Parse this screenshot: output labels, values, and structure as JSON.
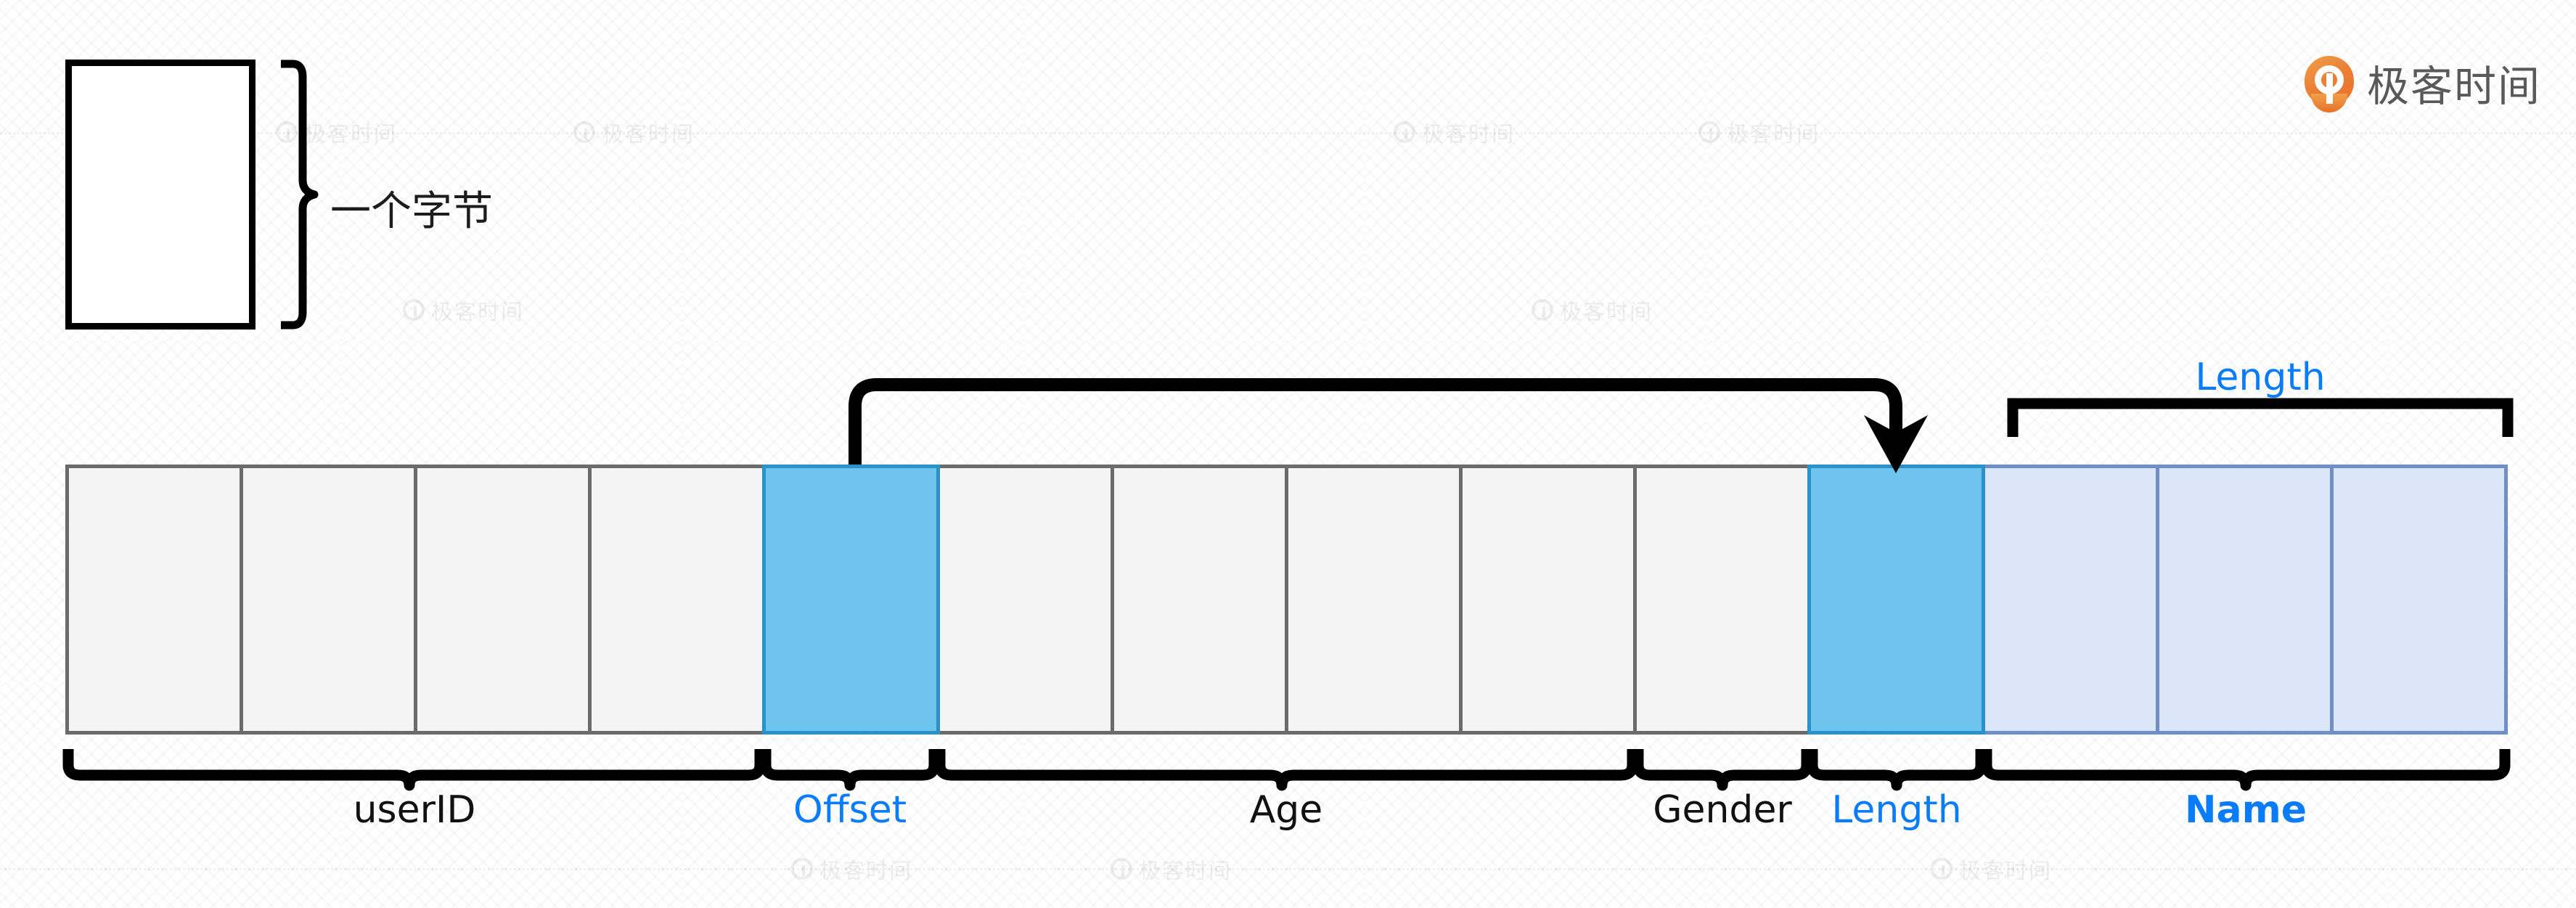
{
  "brand": {
    "name": "极客时间",
    "logo_icon": "geektime-logo-icon",
    "accent_color": "#e8712a",
    "text_color": "#595959"
  },
  "legend": {
    "label": "一个字节",
    "brace_icon": "right-curly-brace-icon",
    "box_icon": "empty-byte-cell-icon"
  },
  "colors": {
    "cell_fill": "#f4f4f4",
    "cell_border": "#6b6b6b",
    "highlight_fill": "#6ec4ed",
    "highlight_border": "#2b91c9",
    "name_fill": "#dbe7f9",
    "name_border": "#6f8fc6",
    "label_blue": "#0a7cf7",
    "label_dark": "#111111",
    "arrow": "#000000"
  },
  "diagram": {
    "total_cells": 14,
    "cells": [
      {
        "index": 1,
        "kind": "plain",
        "field": "userID"
      },
      {
        "index": 2,
        "kind": "plain",
        "field": "userID"
      },
      {
        "index": 3,
        "kind": "plain",
        "field": "userID"
      },
      {
        "index": 4,
        "kind": "plain",
        "field": "userID"
      },
      {
        "index": 5,
        "kind": "highlight",
        "field": "Offset"
      },
      {
        "index": 6,
        "kind": "plain",
        "field": "Age"
      },
      {
        "index": 7,
        "kind": "plain",
        "field": "Age"
      },
      {
        "index": 8,
        "kind": "plain",
        "field": "Age"
      },
      {
        "index": 9,
        "kind": "plain",
        "field": "Age"
      },
      {
        "index": 10,
        "kind": "plain",
        "field": "Gender"
      },
      {
        "index": 11,
        "kind": "highlight",
        "field": "Length"
      },
      {
        "index": 12,
        "kind": "name",
        "field": "Name"
      },
      {
        "index": 13,
        "kind": "name",
        "field": "Name"
      },
      {
        "index": 14,
        "kind": "name",
        "field": "Name"
      }
    ],
    "bottom_labels": [
      {
        "text": "userID",
        "color": "dark",
        "span_start": 1,
        "span_end": 4
      },
      {
        "text": "Offset",
        "color": "blue",
        "span_start": 5,
        "span_end": 5
      },
      {
        "text": "Age",
        "color": "dark",
        "span_start": 6,
        "span_end": 9
      },
      {
        "text": "Gender",
        "color": "dark",
        "span_start": 10,
        "span_end": 10
      },
      {
        "text": "Length",
        "color": "blue",
        "span_start": 11,
        "span_end": 11
      },
      {
        "text": "Name",
        "color": "blue",
        "bold": true,
        "span_start": 12,
        "span_end": 14
      }
    ],
    "top_bracket": {
      "text": "Length",
      "color": "blue",
      "span_start": 12,
      "span_end": 14
    },
    "pointer_arrow": {
      "icon": "offset-to-length-arrow-icon",
      "from_cell": 5,
      "to_cell": 11,
      "meaning": "Offset points to Length"
    }
  },
  "watermark": {
    "text": "极客时间",
    "icon": "geektime-watermark-icon"
  }
}
